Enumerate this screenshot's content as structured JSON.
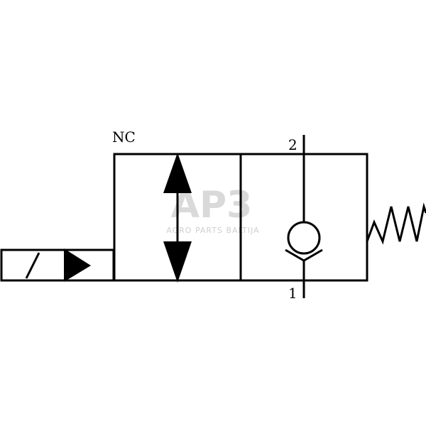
{
  "labels": {
    "state": "NC",
    "port_top": "2",
    "port_bottom": "1"
  },
  "watermark": {
    "logo": "AP3",
    "tagline": "AGRO PARTS BALTIJA",
    "color": "#d9d9d9"
  },
  "colors": {
    "stroke": "#000000",
    "background": "#ffffff"
  }
}
